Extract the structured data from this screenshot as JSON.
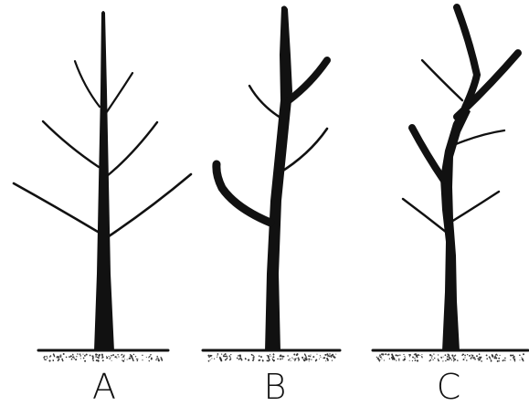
{
  "figure": {
    "trees": [
      {
        "id": "A",
        "label": "A"
      },
      {
        "id": "B",
        "label": "B"
      },
      {
        "id": "C",
        "label": "C"
      }
    ],
    "colors": {
      "ink": "#111111",
      "background": "#ffffff"
    }
  }
}
